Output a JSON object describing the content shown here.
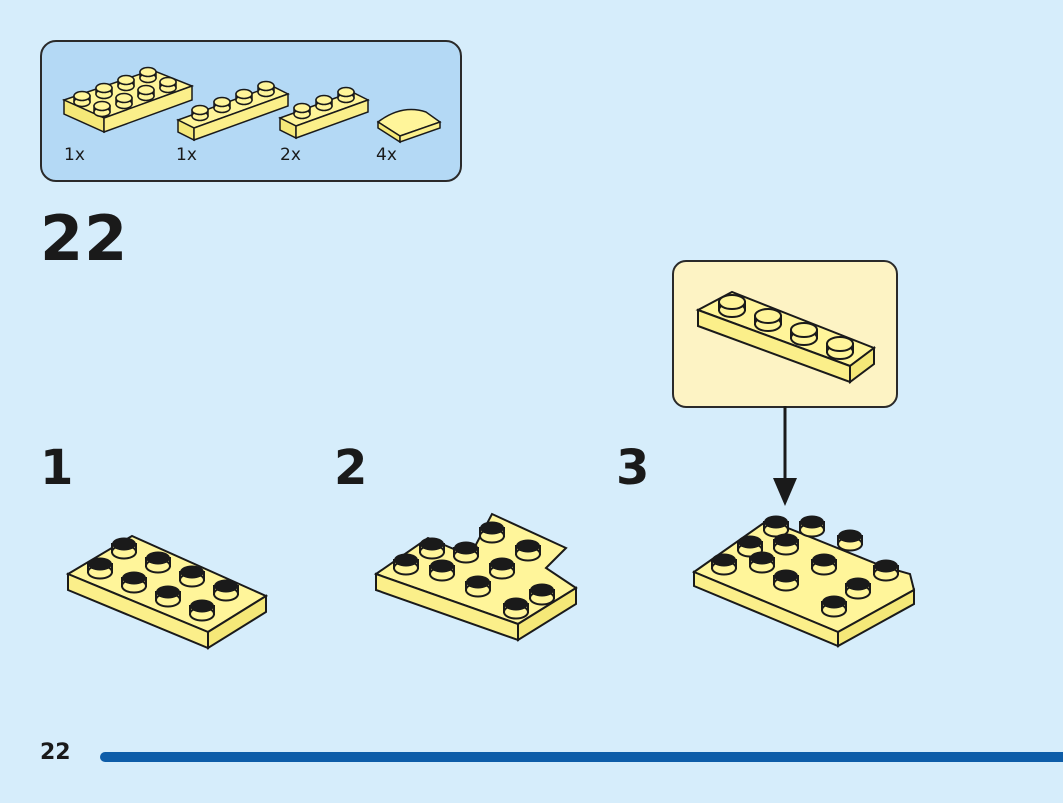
{
  "parts": [
    {
      "name": "plate-2x4",
      "qty": "1x"
    },
    {
      "name": "plate-1x4",
      "qty": "1x"
    },
    {
      "name": "plate-1x3",
      "qty": "2x"
    },
    {
      "name": "curved-slope-1x2",
      "qty": "4x"
    }
  ],
  "step_number": "22",
  "substeps": [
    {
      "label": "1"
    },
    {
      "label": "2"
    },
    {
      "label": "3"
    }
  ],
  "callout_part": "plate-1x4",
  "page_number": "22",
  "progress": 1.0,
  "colors": {
    "background": "#d6edfb",
    "parts_box": "#b4d9f5",
    "callout": "#fdf3c4",
    "brick": "#fff59a",
    "progress": "#0e5da8"
  }
}
